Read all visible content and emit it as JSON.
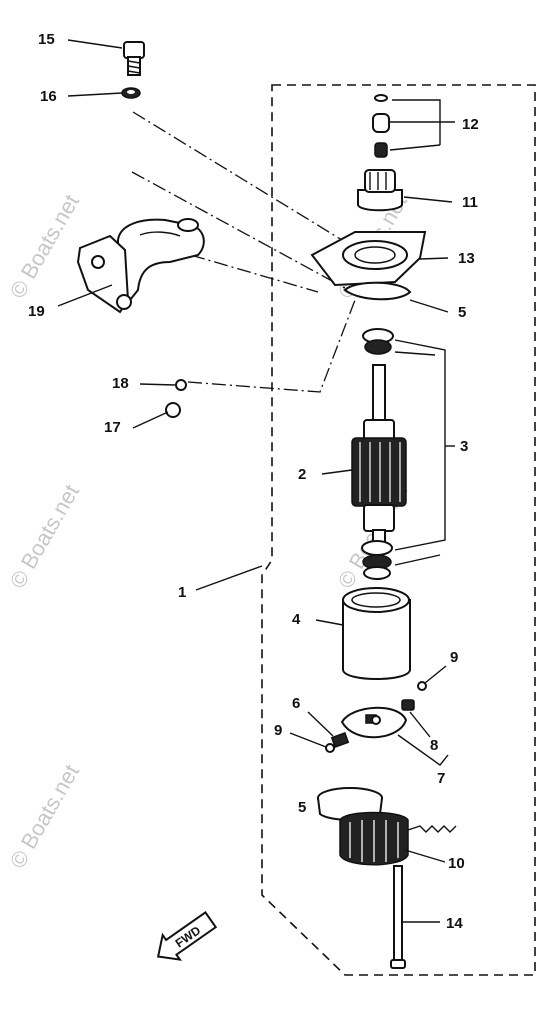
{
  "watermarks": [
    "© Boats.net",
    "© Boats.net",
    "© Boats.net",
    "© Boats.net",
    "© Boats.net"
  ],
  "callouts": {
    "n15": "15",
    "n16": "16",
    "n19": "19",
    "n18": "18",
    "n17": "17",
    "n12": "12",
    "n11": "11",
    "n13": "13",
    "n5a": "5",
    "n3": "3",
    "n2": "2",
    "n1": "1",
    "n4": "4",
    "n9a": "9",
    "n6": "6",
    "n9b": "9",
    "n8": "8",
    "n7": "7",
    "n5b": "5",
    "n10": "10",
    "n14": "14"
  },
  "fwd_label": "FWD"
}
